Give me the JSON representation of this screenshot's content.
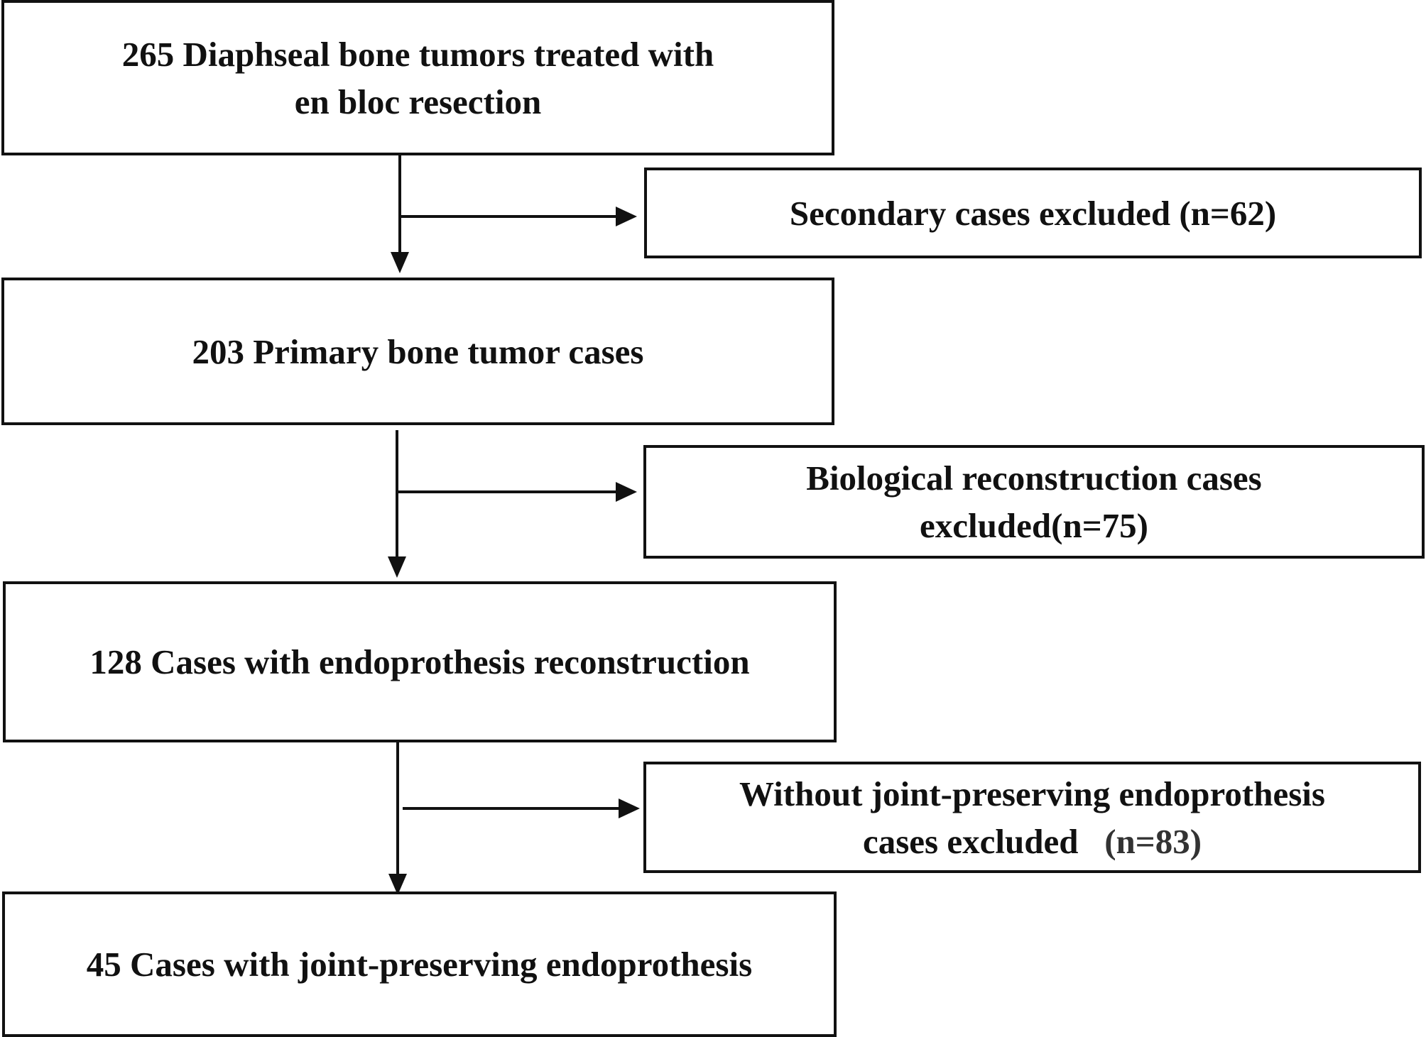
{
  "flowchart": {
    "main_steps": [
      {
        "lines": [
          "265 Diaphseal bone tumors treated with",
          "en bloc resection"
        ]
      },
      {
        "lines": [
          "203 Primary bone tumor cases"
        ]
      },
      {
        "lines": [
          "128 Cases with endoprothesis reconstruction"
        ]
      },
      {
        "lines": [
          "45 Cases with joint-preserving endoprothesis"
        ]
      }
    ],
    "exclusions": [
      {
        "lines": [
          "Secondary cases excluded (n=62)"
        ]
      },
      {
        "lines": [
          "Biological reconstruction cases",
          "excluded(n=75)"
        ]
      },
      {
        "lines": [
          "Without joint-preserving endoprothesis",
          "cases excluded"
        ],
        "count": "(n=83)"
      }
    ]
  },
  "colors": {
    "line": "#111111",
    "text": "#111111",
    "background": "#ffffff"
  }
}
